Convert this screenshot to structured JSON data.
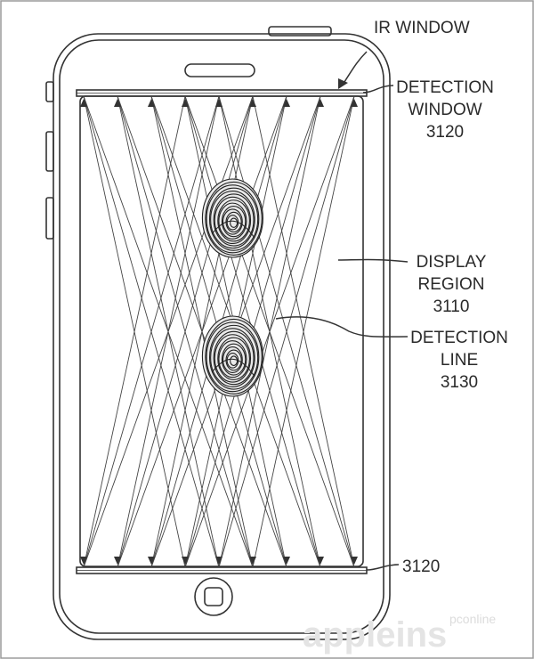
{
  "labels": {
    "ir_window": "IR WINDOW",
    "detection_window": [
      "DETECTION",
      "WINDOW",
      "3120"
    ],
    "display_region": [
      "DISPLAY",
      "REGION",
      "3110"
    ],
    "detection_line": [
      "DETECTION",
      "LINE",
      "3130"
    ],
    "bottom_ref": "3120"
  },
  "watermark": {
    "main": "appleins",
    "secondary": "pconline"
  },
  "icons": {
    "home_button": "home-button-icon",
    "speaker": "speaker-slot-icon",
    "fingerprint": "fingerprint-icon"
  }
}
